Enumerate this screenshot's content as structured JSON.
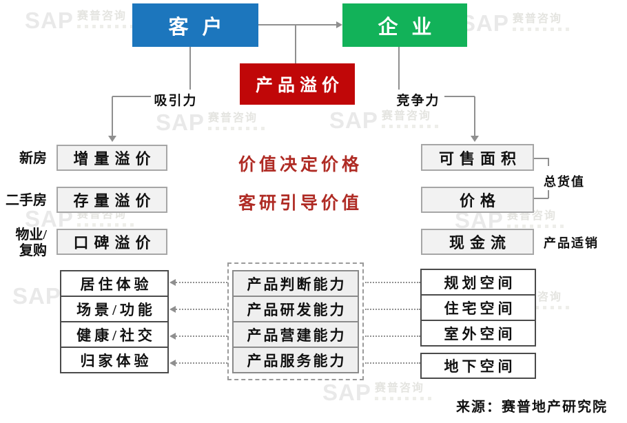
{
  "watermark": {
    "brand": "SAP",
    "cn": "赛普咨询"
  },
  "top": {
    "customer": "客户",
    "enterprise": "企业",
    "premium": "产品溢价",
    "attraction_label": "吸引力",
    "competitiveness_label": "竞争力"
  },
  "slogans": {
    "line1": "价值决定价格",
    "line2": "客研引导价值"
  },
  "customer_side": {
    "rows": [
      {
        "label": "新房",
        "box": "增量溢价"
      },
      {
        "label": "二手房",
        "box": "存量溢价"
      },
      {
        "label": "物业/\n复购",
        "box": "口碑溢价"
      }
    ],
    "experience_rows": [
      "居住体验",
      "场景/功能",
      "健康/社交",
      "归家体验"
    ]
  },
  "enterprise_side": {
    "value_rows": [
      "可售面积",
      "价格",
      "现金流"
    ],
    "bracket_label": "总货值",
    "cashflow_label": "产品适销",
    "space_rows": [
      "规划空间",
      "住宅空间",
      "室外空间",
      "地下空间"
    ]
  },
  "capabilities": [
    "产品判断能力",
    "产品研发能力",
    "产品营建能力",
    "产品服务能力"
  ],
  "source": "来源：赛普地产研究院",
  "colors": {
    "customer_blue": "#1C76BD",
    "enterprise_green": "#12B259",
    "premium_red": "#C00708",
    "slogan_red": "#AF2B24",
    "line_gray": "#8F8F8F"
  }
}
